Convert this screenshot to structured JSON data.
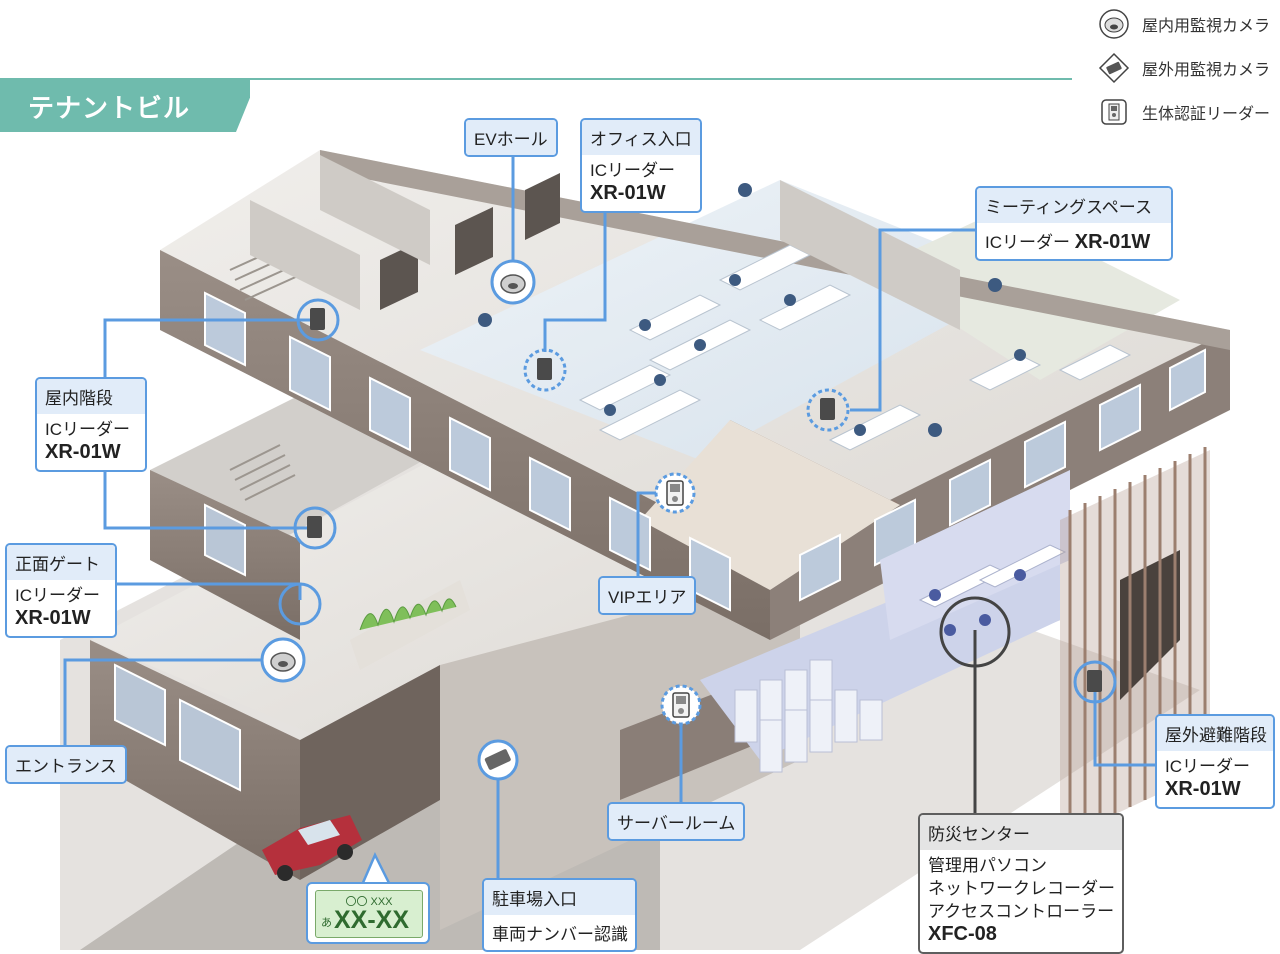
{
  "title": "テナントビル",
  "legend": [
    {
      "icon": "indoor-camera-icon",
      "label": "屋内用監視カメラ"
    },
    {
      "icon": "outdoor-camera-icon",
      "label": "屋外用監視カメラ"
    },
    {
      "icon": "biometric-reader-icon",
      "label": "生体認証リーダー"
    }
  ],
  "callouts": {
    "ev_hall": {
      "title": "EVホール"
    },
    "office_entrance": {
      "title": "オフィス入口",
      "device": "ICリーダー",
      "model": "XR-01W"
    },
    "meeting_space": {
      "title": "ミーティングスペース",
      "device": "ICリーダー",
      "model": "XR-01W"
    },
    "indoor_stairs": {
      "title": "屋内階段",
      "device": "ICリーダー",
      "model": "XR-01W"
    },
    "front_gate": {
      "title": "正面ゲート",
      "device": "ICリーダー",
      "model": "XR-01W"
    },
    "entrance": {
      "title": "エントランス"
    },
    "vip_area": {
      "title": "VIPエリア"
    },
    "server_room": {
      "title": "サーバールーム"
    },
    "outdoor_stairs": {
      "title": "屋外避難階段",
      "device": "ICリーダー",
      "model": "XR-01W"
    },
    "disaster_center": {
      "title": "防災センター",
      "items": [
        "管理用パソコン",
        "ネットワークレコーダー",
        "アクセスコントローラー"
      ],
      "model": "XFC-08"
    },
    "parking": {
      "title": "駐車場入口",
      "detail": "車両ナンバー認識"
    }
  },
  "plate": {
    "top": "〇〇 XXX",
    "kana": "あ",
    "number": "XX-XX"
  },
  "colors": {
    "accent_teal": "#6fbbad",
    "callout_blue": "#5b9be0",
    "callout_head": "#e1ecf9",
    "wall": "#8d8078",
    "floor": "#e9e6e2"
  }
}
